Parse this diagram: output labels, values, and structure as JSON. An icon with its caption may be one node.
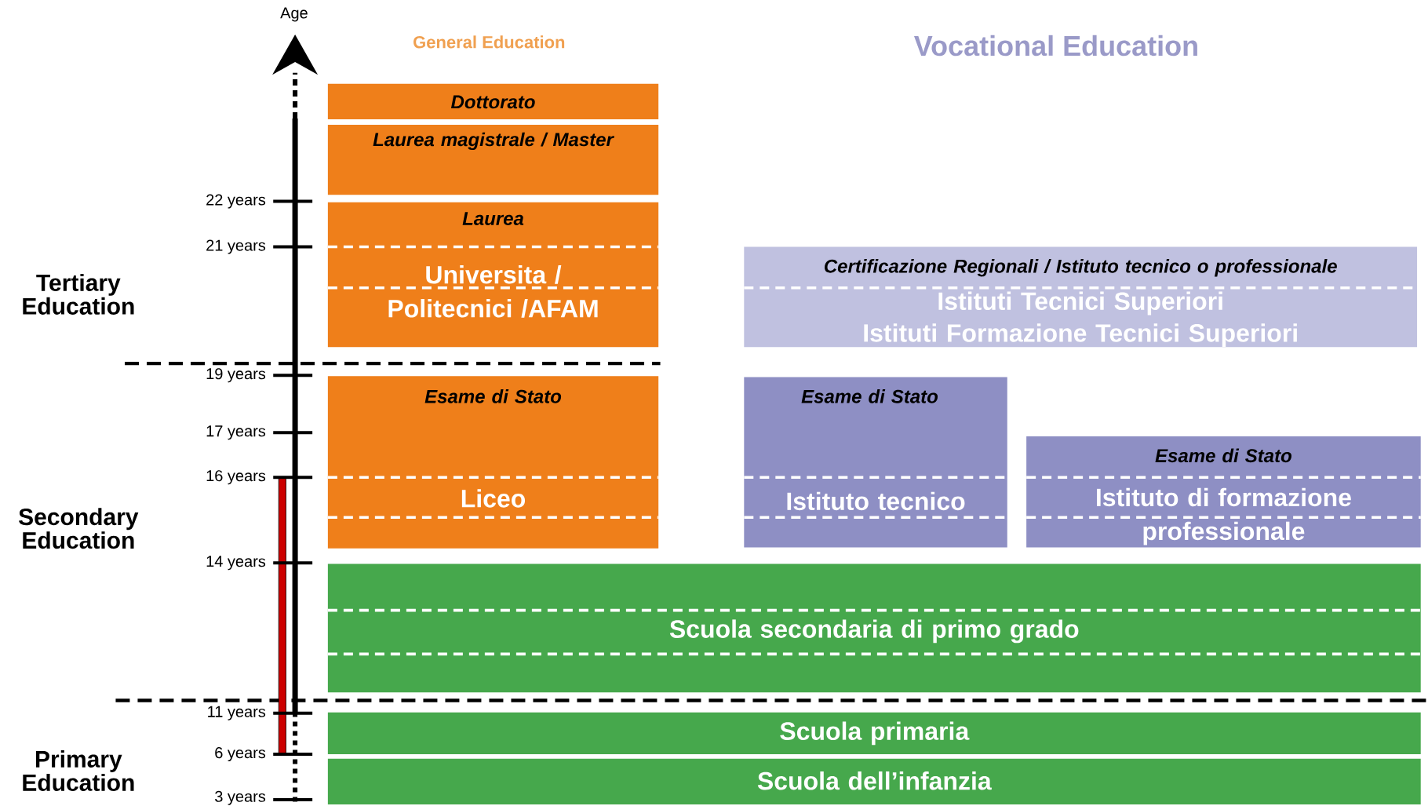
{
  "diagram": {
    "nodes": [
      {
        "text": [
          "Dottorato"
        ]
      },
      {
        "text": [
          "Laurea magistrale / Master"
        ]
      },
      {
        "text": [
          "Laurea",
          "Universita / Politecnici /AFAM"
        ]
      },
      {
        "text": [
          "Certificazione Regionali / Istituto tecnico o professionale",
          "Istituti Tecnici Superiori",
          "Istituti Formazione Tecnici Superiori"
        ]
      },
      {
        "text": [
          "Esame di Stato",
          "Liceo"
        ]
      },
      {
        "text": [
          "Esame di Stato",
          "Istituto tecnico"
        ]
      },
      {
        "text": [
          "Esame di Stato",
          "Istituto di formazione professionale"
        ]
      },
      {
        "text": [
          "Scuola secondaria di primo grado"
        ]
      },
      {
        "text": [
          "Scuola primaria"
        ]
      },
      {
        "text": [
          "Scuola dell’infanzia"
        ]
      }
    ],
    "labels": [
      "Age",
      "General Education",
      "Vocational Education",
      "22 years",
      "21 years",
      "Tertiary Education",
      "19 years",
      "17 years",
      "16 years",
      "Secondary Education",
      "14 years",
      "11 years",
      "6 years",
      "Primary Education",
      "3 years"
    ]
  }
}
